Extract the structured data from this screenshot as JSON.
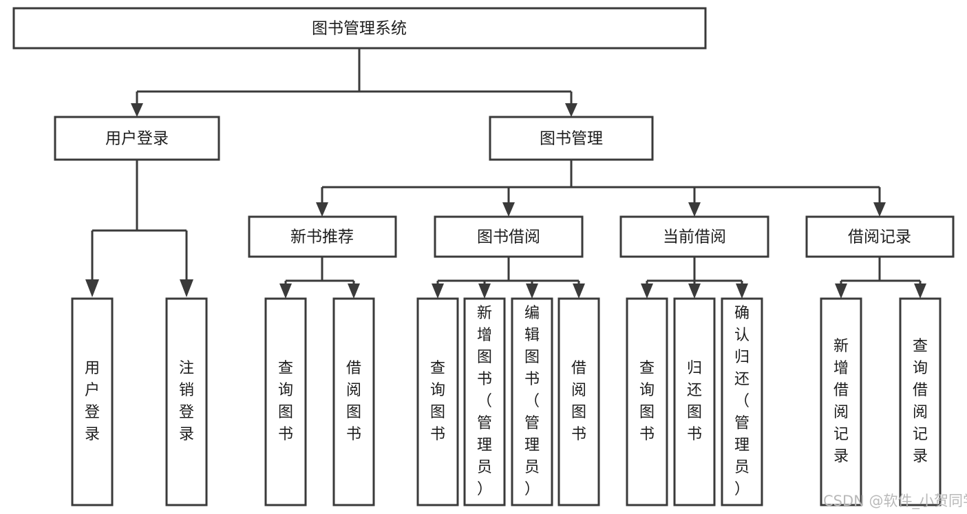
{
  "diagram": {
    "title": "图书管理系统",
    "type": "tree-hierarchy-chart",
    "root": {
      "label": "图书管理系统"
    },
    "level2": [
      {
        "label": "用户登录"
      },
      {
        "label": "图书管理"
      }
    ],
    "level3": [
      {
        "label": "新书推荐"
      },
      {
        "label": "图书借阅"
      },
      {
        "label": "当前借阅"
      },
      {
        "label": "借阅记录"
      }
    ],
    "leaves": {
      "user_login": [
        {
          "label": "用户登录"
        },
        {
          "label": "注销登录"
        }
      ],
      "new_book_recommend": [
        {
          "label": "查询图书"
        },
        {
          "label": "借阅图书"
        }
      ],
      "book_borrow": [
        {
          "label": "查询图书"
        },
        {
          "label": "新增图书（管理员）"
        },
        {
          "label": "编辑图书（管理员）"
        },
        {
          "label": "借阅图书"
        }
      ],
      "current_borrow": [
        {
          "label": "查询图书"
        },
        {
          "label": "归还图书"
        },
        {
          "label": "确认归还（管理员）"
        }
      ],
      "borrow_record": [
        {
          "label": "新增借阅记录"
        },
        {
          "label": "查询借阅记录"
        }
      ]
    },
    "watermark": "CSDN @软件_小贺同学",
    "colors": {
      "box_stroke": "#3a3a3a",
      "box_fill": "#ffffff",
      "text": "#1d1d1d",
      "watermark": "#b9b9b9",
      "background": "#ffffff"
    }
  }
}
